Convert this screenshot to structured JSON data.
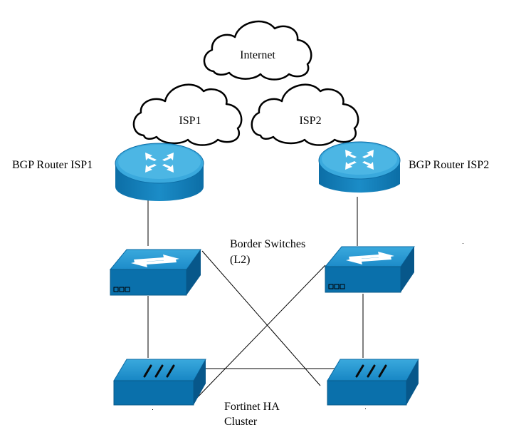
{
  "clouds": {
    "internet": "Internet",
    "isp1": "ISP1",
    "isp2": "ISP2"
  },
  "routers": {
    "isp1_label": "BGP Router ISP1",
    "isp2_label": "BGP Router ISP2"
  },
  "switches": {
    "label_line1": "Border Switches",
    "label_line2": "(L2)"
  },
  "firewalls": {
    "label_line1": "Fortinet HA",
    "label_line2": "Cluster"
  },
  "colors": {
    "device_top": "#2b9fd6",
    "device_front": "#0a6ea8",
    "device_side": "#07568a",
    "router_top": "#46b3e0",
    "router_side": "#0e78b3"
  }
}
